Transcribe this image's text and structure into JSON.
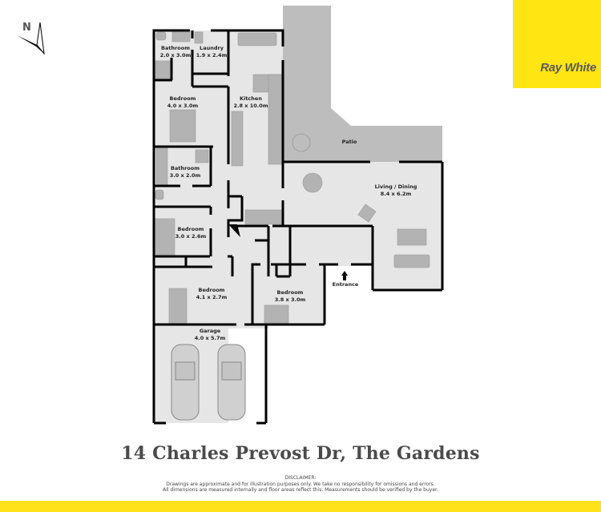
{
  "brand": {
    "name": "Ray White",
    "color": "#ffe512",
    "text_color": "#5a5a5a"
  },
  "compass": {
    "label": "N",
    "icon": "north-arrow-icon"
  },
  "rooms": [
    {
      "id": "bathroom-1",
      "name": "Bathroom",
      "dims": "2.0 x 3.0m"
    },
    {
      "id": "laundry",
      "name": "Laundry",
      "dims": "1.9 x 2.4m"
    },
    {
      "id": "bedroom-1",
      "name": "Bedroom",
      "dims": "4.0 x 3.0m"
    },
    {
      "id": "kitchen",
      "name": "Kitchen",
      "dims": "2.8 x 10.0m"
    },
    {
      "id": "bathroom-2",
      "name": "Bathroom",
      "dims": "3.0 x 2.0m"
    },
    {
      "id": "bedroom-2",
      "name": "Bedroom",
      "dims": "3.0 x 2.6m"
    },
    {
      "id": "bedroom-3",
      "name": "Bedroom",
      "dims": "4.1 x 2.7m"
    },
    {
      "id": "bedroom-4",
      "name": "Bedroom",
      "dims": "3.8 x 3.0m"
    },
    {
      "id": "garage",
      "name": "Garage",
      "dims": "4.0 x 5.7m"
    },
    {
      "id": "living-dining",
      "name": "Living / Dining",
      "dims": "8.4 x 6.2m"
    },
    {
      "id": "patio",
      "name": "Patio",
      "dims": ""
    }
  ],
  "entrance": {
    "label": "Entrance",
    "icon": "arrow-up-icon"
  },
  "address": "14 Charles Prevost Dr, The Gardens",
  "disclaimer": {
    "heading": "DISCLAIMER:",
    "line1": "Drawings are approximate and for illustration purposes only. We take no responsibility for omissions and errors.",
    "line2": "All dimensions are measured internally and floor areas reflect this. Measurements should be verified by the buyer."
  },
  "colors": {
    "floor": "#e6e6e6",
    "patio": "#bdbdbd",
    "furniture": "#b0b0b0",
    "wall": "#000000",
    "footer": "#ffe21a"
  }
}
